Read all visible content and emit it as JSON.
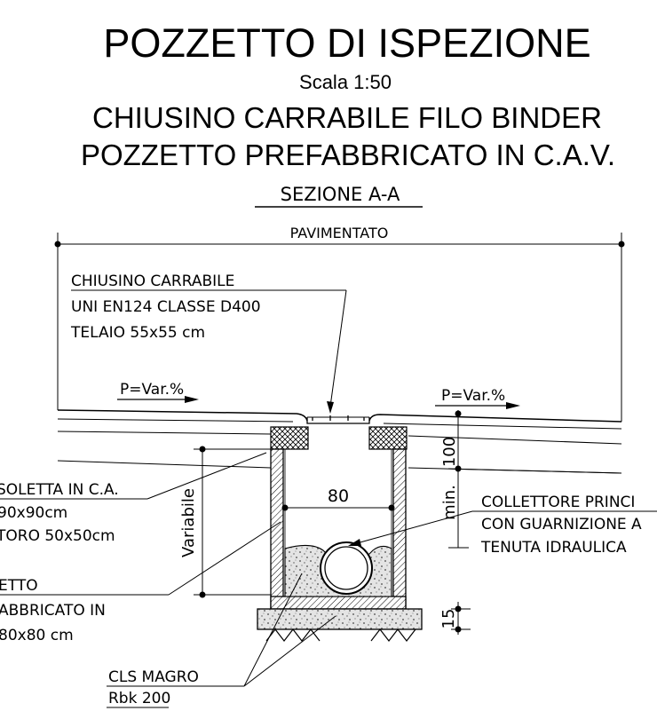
{
  "title": {
    "main": "POZZETTO DI ISPEZIONE",
    "scale": "Scala 1:50",
    "line1": "CHIUSINO CARRABILE FILO BINDER",
    "line2": "POZZETTO PREFABBRICATO IN C.A.V."
  },
  "section": {
    "name": "SEZIONE A-A",
    "paved": "PAVIMENTATO"
  },
  "callouts": {
    "chiusino": [
      "CHIUSINO CARRABILE",
      "UNI EN124 CLASSE D400",
      "TELAIO 55x55 cm"
    ],
    "slope_left": "P=Var.%",
    "slope_right": "P=Var.%",
    "soletta": [
      "SOLETTA IN C.A.",
      "90x90cm",
      "TORO 50x50cm"
    ],
    "pozzetto": [
      "ETTO",
      "ABBRICATO IN",
      "80x80 cm"
    ],
    "collettore": [
      "COLLETTORE PRINCI",
      "CON GUARNIZIONE A",
      "TENUTA IDRAULICA"
    ],
    "cls": [
      "CLS MAGRO",
      "Rbk 200"
    ]
  },
  "dimensions": {
    "inner_width": "80",
    "variable": "Variabile",
    "top": "100",
    "min": "min.",
    "base": "15"
  },
  "colors": {
    "line": "#000000",
    "background": "#ffffff"
  }
}
